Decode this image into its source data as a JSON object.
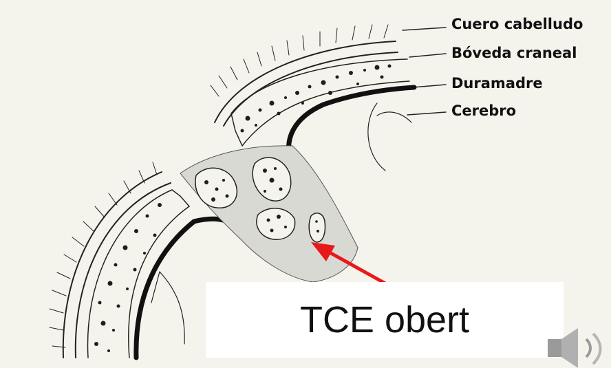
{
  "labels": {
    "scalp": "Cuero cabelludo",
    "skull": "Bóveda craneal",
    "dura": "Duramadre",
    "brain": "Cerebro"
  },
  "caption": "TCE obert",
  "colors": {
    "background": "#f4f3ec",
    "ink": "#111111",
    "wound": "#d9d9d3",
    "arrow": "#e8191b",
    "speaker": "#9a9a9a"
  },
  "icons": {
    "speaker": "speaker-icon"
  }
}
